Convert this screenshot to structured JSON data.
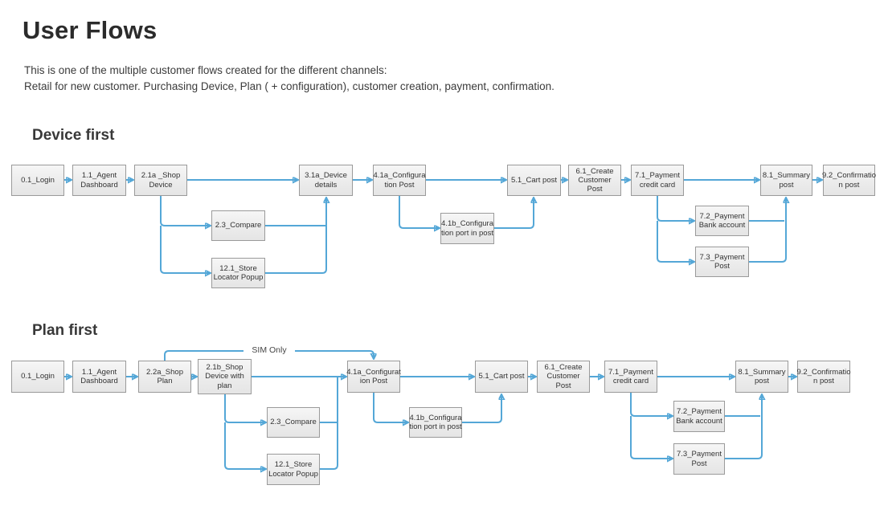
{
  "page": {
    "title": "User Flows",
    "description_line1": "This is one of the multiple customer flows created for the different channels:",
    "description_line2": "Retail for new customer. Purchasing Device, Plan ( + configuration), customer creation, payment, confirmation."
  },
  "colors": {
    "arrow": "#54a7d7",
    "box_border": "#9a9a9a",
    "box_fill_top": "#f6f6f6",
    "box_fill_bottom": "#e5e5e5",
    "text": "#333333"
  },
  "diagram": {
    "sim_label": "SIM Only",
    "device_first": {
      "heading": "Device first",
      "nodes": {
        "login": "0.1_Login",
        "agent": "1.1_Agent\nDashboard",
        "shop_device": "2.1a _Shop\nDevice",
        "compare": "2.3_Compare",
        "store_locator": "12.1_Store\nLocator Popup",
        "device_details": "3.1a_Device\ndetails",
        "config_post": "4.1a_Configura\ntion Post",
        "config_port": "4.1b_Configura\ntion port in post",
        "cart": "5.1_Cart post",
        "create_customer": "6.1_Create\nCustomer Post",
        "payment_cc": "7.1_Payment\ncredit card",
        "payment_bank": "7.2_Payment\nBank account",
        "payment_post": "7.3_Payment\nPost",
        "summary": "8.1_Summary\npost",
        "confirmation": "9.2_Confirmatio\nn post"
      }
    },
    "plan_first": {
      "heading": "Plan first",
      "nodes": {
        "login": "0.1_Login",
        "agent": "1.1_Agent\nDashboard",
        "shop_plan": "2.2a_Shop\nPlan",
        "shop_device_plan": "2.1b_Shop\nDevice with\nplan",
        "compare": "2.3_Compare",
        "store_locator": "12.1_Store\nLocator Popup",
        "config_post": "4.1a_Configurat\nion Post",
        "config_port": "4.1b_Configura\ntion port in post",
        "cart": "5.1_Cart post",
        "create_customer": "6.1_Create\nCustomer Post",
        "payment_cc": "7.1_Payment\ncredit card",
        "payment_bank": "7.2_Payment\nBank account",
        "payment_post": "7.3_Payment\nPost",
        "summary": "8.1_Summary\npost",
        "confirmation": "9.2_Confirmatio\nn post"
      }
    }
  }
}
